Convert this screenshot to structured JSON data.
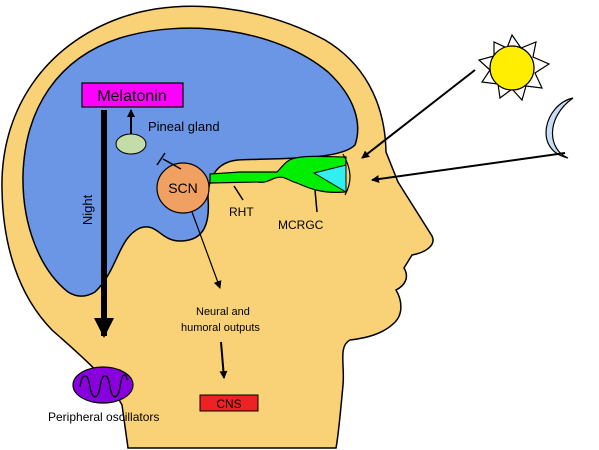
{
  "labels": {
    "melatonin": "Melatonin",
    "pineal_gland": "Pineal gland",
    "scn": "SCN",
    "rht": "RHT",
    "mcrgc": "MCRGC",
    "night": "Night",
    "neural_outputs_line1": "Neural and",
    "neural_outputs_line2": "humoral outputs",
    "cns": "CNS",
    "peripheral_oscillators": "Peripheral oscillators"
  },
  "colors": {
    "head": "#f9d277",
    "brain": "#6b96e6",
    "pineal": "#c3dca8",
    "scn": "#f0a060",
    "optic": "#00ee00",
    "lens": "#33eeee",
    "melatonin_box": "#ff00ff",
    "cns_box": "#ee2222",
    "oscillator": "#8800dd",
    "sun": "#ffee00",
    "moon": "#c8dcf5"
  },
  "icons": [
    "sun-icon",
    "moon-icon",
    "oscillator-icon"
  ]
}
